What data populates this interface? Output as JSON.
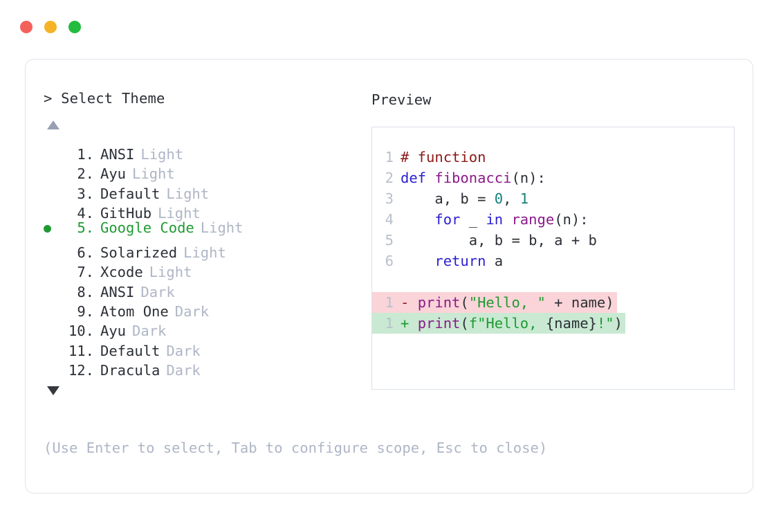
{
  "window": {
    "controls": [
      {
        "name": "close",
        "color": "#f4615a"
      },
      {
        "name": "minimize",
        "color": "#f5b325"
      },
      {
        "name": "maximize",
        "color": "#23bc3f"
      }
    ]
  },
  "picker": {
    "prompt": "> Select Theme",
    "scroll_up_icon": "triangle-up",
    "scroll_down_icon": "triangle-down",
    "selected_index": 5,
    "items": [
      {
        "index": "1.",
        "name": "ANSI",
        "variant": "Light",
        "selected": false
      },
      {
        "index": "2.",
        "name": "Ayu",
        "variant": "Light",
        "selected": false
      },
      {
        "index": "3.",
        "name": "Default",
        "variant": "Light",
        "selected": false
      },
      {
        "index": "4.",
        "name": "GitHub",
        "variant": "Light",
        "selected": false
      },
      {
        "index": "5.",
        "name": "Google Code",
        "variant": "Light",
        "selected": true
      },
      {
        "index": "6.",
        "name": "Solarized",
        "variant": "Light",
        "selected": false
      },
      {
        "index": "7.",
        "name": "Xcode",
        "variant": "Light",
        "selected": false
      },
      {
        "index": "8.",
        "name": "ANSI",
        "variant": "Dark",
        "selected": false
      },
      {
        "index": "9.",
        "name": "Atom One",
        "variant": "Dark",
        "selected": false
      },
      {
        "index": "10.",
        "name": "Ayu",
        "variant": "Dark",
        "selected": false
      },
      {
        "index": "11.",
        "name": "Default",
        "variant": "Dark",
        "selected": false
      },
      {
        "index": "12.",
        "name": "Dracula",
        "variant": "Dark",
        "selected": false
      }
    ],
    "hint": "(Use Enter to select, Tab to configure scope, Esc to close)"
  },
  "preview": {
    "label": "Preview",
    "code_lines": [
      {
        "ln": "1",
        "tokens": [
          {
            "t": "# function",
            "c": "t-comment"
          }
        ]
      },
      {
        "ln": "2",
        "tokens": [
          {
            "t": "def ",
            "c": "t-kw"
          },
          {
            "t": "fibonacci",
            "c": "t-fn"
          },
          {
            "t": "(n):",
            "c": "t-punc"
          }
        ]
      },
      {
        "ln": "3",
        "tokens": [
          {
            "t": "    a, b = ",
            "c": "t-punc"
          },
          {
            "t": "0",
            "c": "t-num"
          },
          {
            "t": ", ",
            "c": "t-punc"
          },
          {
            "t": "1",
            "c": "t-num"
          }
        ]
      },
      {
        "ln": "4",
        "tokens": [
          {
            "t": "    ",
            "c": "t-punc"
          },
          {
            "t": "for",
            "c": "t-kw"
          },
          {
            "t": " _ ",
            "c": "t-punc"
          },
          {
            "t": "in",
            "c": "t-kw"
          },
          {
            "t": " ",
            "c": "t-punc"
          },
          {
            "t": "range",
            "c": "t-fn"
          },
          {
            "t": "(n):",
            "c": "t-punc"
          }
        ]
      },
      {
        "ln": "5",
        "tokens": [
          {
            "t": "        a, b = b, a + b",
            "c": "t-punc"
          }
        ]
      },
      {
        "ln": "6",
        "tokens": [
          {
            "t": "    ",
            "c": "t-punc"
          },
          {
            "t": "return",
            "c": "t-kw"
          },
          {
            "t": " a",
            "c": "t-punc"
          }
        ]
      }
    ],
    "diff_lines": [
      {
        "ln": "1",
        "kind": "del",
        "sign": "-",
        "tokens": [
          {
            "t": "print",
            "c": "t-fn"
          },
          {
            "t": "(",
            "c": "t-punc"
          },
          {
            "t": "\"Hello, \"",
            "c": "t-str"
          },
          {
            "t": " + name)",
            "c": "t-punc"
          }
        ]
      },
      {
        "ln": "1",
        "kind": "add",
        "sign": "+",
        "tokens": [
          {
            "t": "print",
            "c": "t-fn"
          },
          {
            "t": "(",
            "c": "t-punc"
          },
          {
            "t": "f\"Hello, ",
            "c": "t-str"
          },
          {
            "t": "{name}",
            "c": "t-punc"
          },
          {
            "t": "!\"",
            "c": "t-str"
          },
          {
            "t": ")",
            "c": "t-punc"
          }
        ]
      }
    ]
  }
}
